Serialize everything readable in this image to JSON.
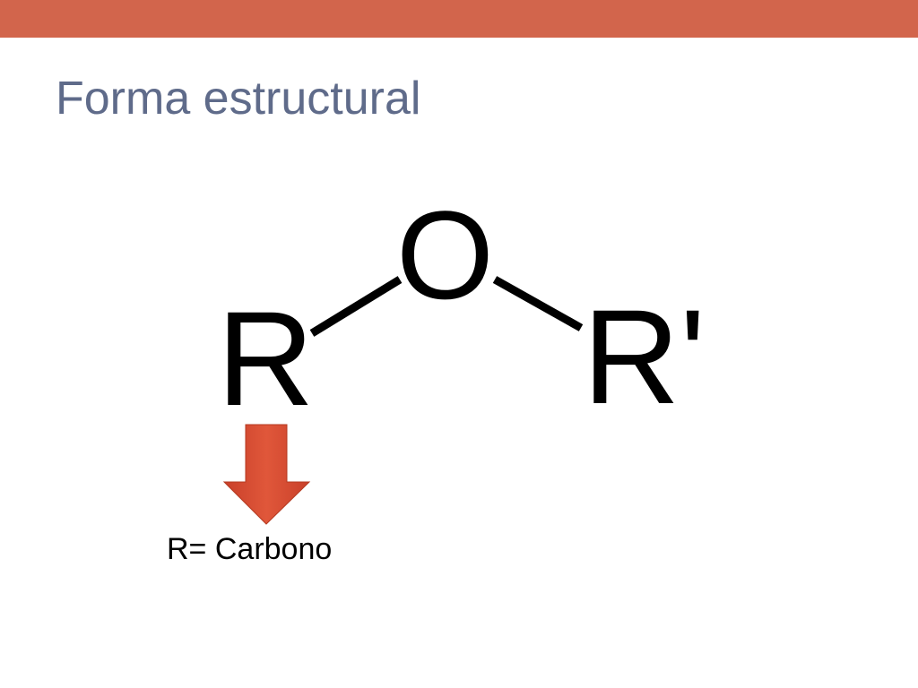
{
  "slide": {
    "title": "Forma estructural",
    "caption": "R= Carbono"
  },
  "diagram": {
    "atoms": {
      "left": "R",
      "center": "O",
      "right": "R'"
    },
    "arrow_icon": "down-arrow-icon"
  },
  "colors": {
    "accent_bar": "#D2654C",
    "title_text": "#5F6B8A",
    "arrow_fill": "#D24A2C",
    "arrow_shadow": "#B43A20",
    "structure": "#000000",
    "background": "#FFFFFF"
  }
}
